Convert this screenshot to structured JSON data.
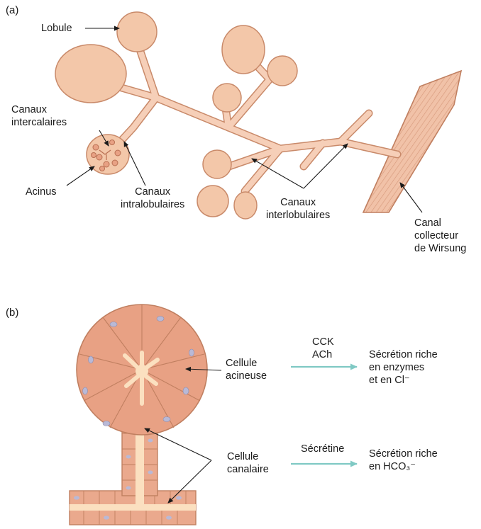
{
  "panel_a": {
    "tag": "(a)",
    "lobule": "Lobule",
    "canaux_intercalaires": [
      "Canaux",
      "intercalaires"
    ],
    "acinus": "Acinus",
    "canaux_intralobulaires": [
      "Canaux",
      "intralobulaires"
    ],
    "canaux_interlobulaires": [
      "Canaux",
      "interlobulaires"
    ],
    "canal_collecteur": [
      "Canal",
      "collecteur",
      "de Wirsung"
    ]
  },
  "panel_b": {
    "tag": "(b)",
    "cellule_acineuse": [
      "Cellule",
      "acineuse"
    ],
    "cellule_canalaire": [
      "Cellule",
      "canalaire"
    ],
    "stim_top": [
      "CCK",
      "ACh"
    ],
    "stim_bottom": "Sécrétine",
    "secretion_enzymes": [
      "Sécrétion riche",
      "en enzymes",
      "et en Cl⁻"
    ],
    "secretion_hco3": [
      "Sécrétion riche",
      "en HCO₃⁻"
    ]
  },
  "colors": {
    "lobule_fill": "#f3c7a9",
    "lobule_stroke": "#c98a6a",
    "duct_fill": "#f6cfb8",
    "acinus_fill": "#e8a184",
    "lumen": "#fbe0c0",
    "nucleus": "#b9b9d6",
    "arrow_teal": "#7fc9c4",
    "pointer": "#1a1a1a"
  }
}
